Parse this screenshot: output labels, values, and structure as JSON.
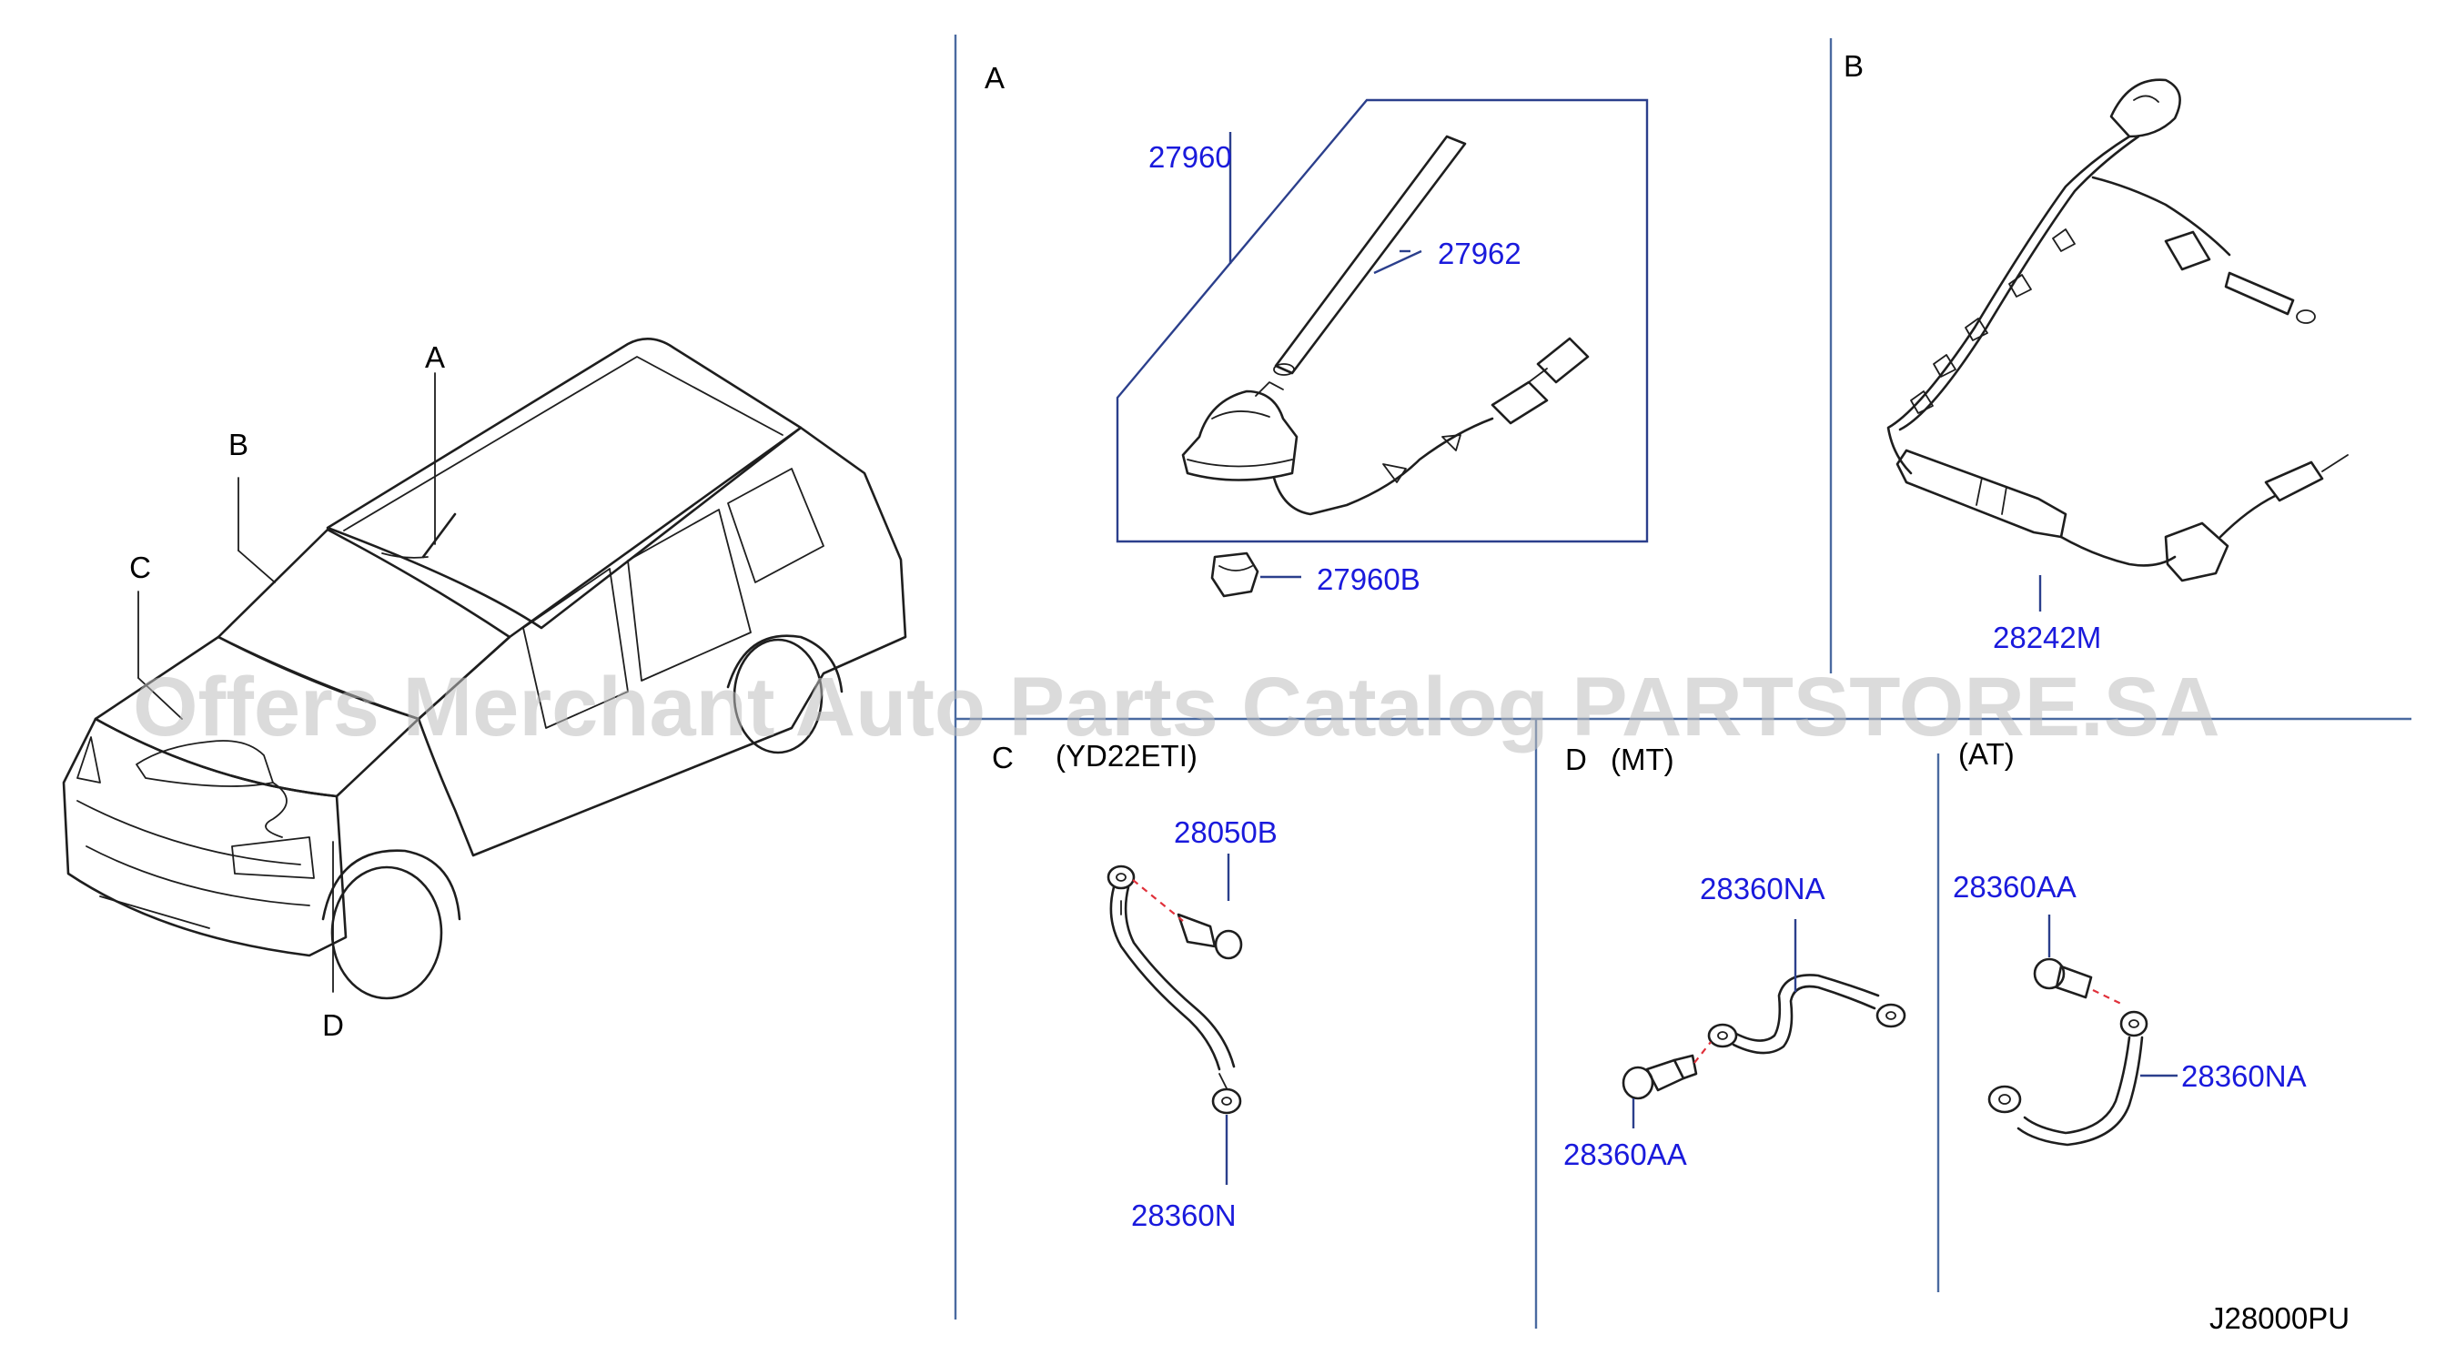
{
  "watermark": "Offers Merchant Auto Parts Catalog PARTSTORE.SA",
  "diagram_code": "J28000PU",
  "vehicle_callouts": {
    "a": "A",
    "b": "B",
    "c": "C",
    "d": "D"
  },
  "section_a": {
    "letter": "A",
    "parts": {
      "antenna_assy": "27960",
      "rod": "27962",
      "nut": "27960B"
    }
  },
  "section_b": {
    "letter": "B",
    "parts": {
      "feeder": "28242M"
    }
  },
  "section_c": {
    "letter": "C",
    "variant": "(YD22ETI)",
    "parts": {
      "bolt": "28050B",
      "strap": "28360N"
    }
  },
  "section_d": {
    "letter": "D",
    "mt_label": "(MT)",
    "at_label": "(AT)",
    "mt_parts": {
      "strap": "28360NA",
      "bolt": "28360AA"
    },
    "at_parts": {
      "bolt": "28360AA",
      "strap": "28360NA"
    }
  },
  "colors": {
    "part_number": "#1a1adc",
    "leader": "#2b3f8c",
    "separator": "#4a6aa0",
    "watermark": "#bdbdbd"
  }
}
